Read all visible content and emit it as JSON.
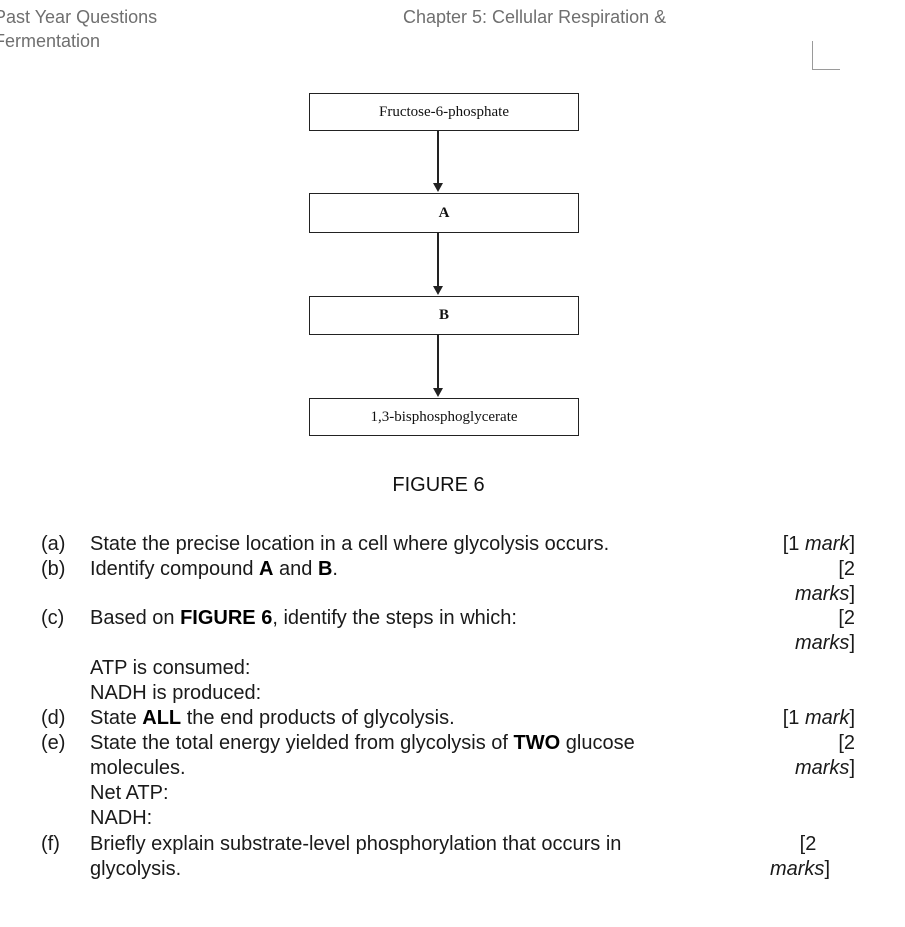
{
  "header": {
    "left_line1": "Past Year Questions",
    "left_line2": "Fermentation",
    "right": "Chapter 5: Cellular Respiration &"
  },
  "figure": {
    "boxes": [
      "Fructose-6-phosphate",
      "A",
      "B",
      "1,3-bisphosphoglycerate"
    ],
    "caption": "FIGURE 6"
  },
  "questions": {
    "a": {
      "label": "(a)",
      "text": "State the precise location in a cell where glycolysis occurs.",
      "marks_num": "[1 ",
      "marks_word": "mark",
      "marks_close": "]"
    },
    "b": {
      "label": "(b)",
      "text_pre": "Identify compound ",
      "bold1": "A",
      "text_mid": " and ",
      "bold2": "B",
      "text_post": ".",
      "marks_num": "[2",
      "marks_word": "marks",
      "marks_close": "]"
    },
    "c": {
      "label": "(c)",
      "text_pre": "Based on ",
      "bold": "FIGURE 6",
      "text_post": ", identify the steps in which:",
      "marks_num": "[2",
      "marks_word": "marks",
      "marks_close": "]",
      "sub1": "ATP is consumed:",
      "sub2": "NADH is produced:"
    },
    "d": {
      "label": "(d)",
      "text_pre": "State ",
      "bold": "ALL",
      "text_post": " the end products of glycolysis.",
      "marks_num": "[1 ",
      "marks_word": "mark",
      "marks_close": "]"
    },
    "e": {
      "label": "(e)",
      "text_pre": "State the total energy yielded from glycolysis of ",
      "bold": "TWO",
      "text_post": " glucose",
      "text_line2": "molecules.",
      "marks_num": "[2",
      "marks_word": "marks",
      "marks_close": "]",
      "sub1": "Net ATP:",
      "sub2": "NADH:"
    },
    "f": {
      "label": "(f)",
      "text_line1": "Briefly explain substrate-level phosphorylation that occurs in",
      "text_line2": "glycolysis.",
      "marks_num": "[2",
      "marks_word": "marks",
      "marks_close": "]"
    }
  }
}
